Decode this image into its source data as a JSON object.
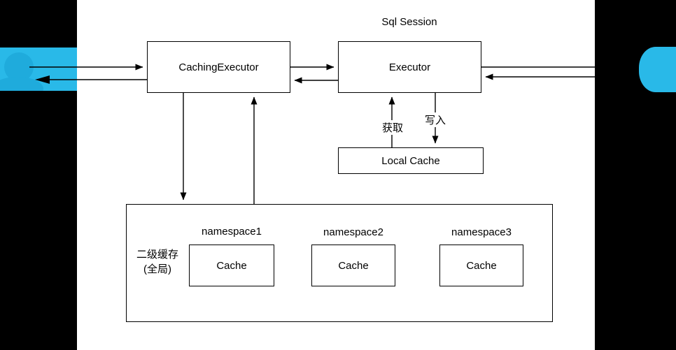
{
  "diagram": {
    "session_title": "Sql Session",
    "nodes": {
      "caching_executor": "CachingExecutor",
      "executor": "Executor",
      "local_cache": "Local Cache",
      "l2_cache_title_line1": "二级缓存",
      "l2_cache_title_line2": "(全局)",
      "namespace1": "namespace1",
      "namespace2": "namespace2",
      "namespace3": "namespace3",
      "cache1": "Cache",
      "cache2": "Cache",
      "cache3": "Cache"
    },
    "edge_labels": {
      "get": "获取",
      "write": "写入"
    },
    "icons": {
      "left": "user-icon",
      "right": "database-icon"
    },
    "colors": {
      "icon_blue": "#29b9e8",
      "icon_blue_dark": "#1fabdc",
      "line_color": "#000000",
      "canvas_bg": "#ffffff",
      "page_bg": "#000000"
    }
  }
}
